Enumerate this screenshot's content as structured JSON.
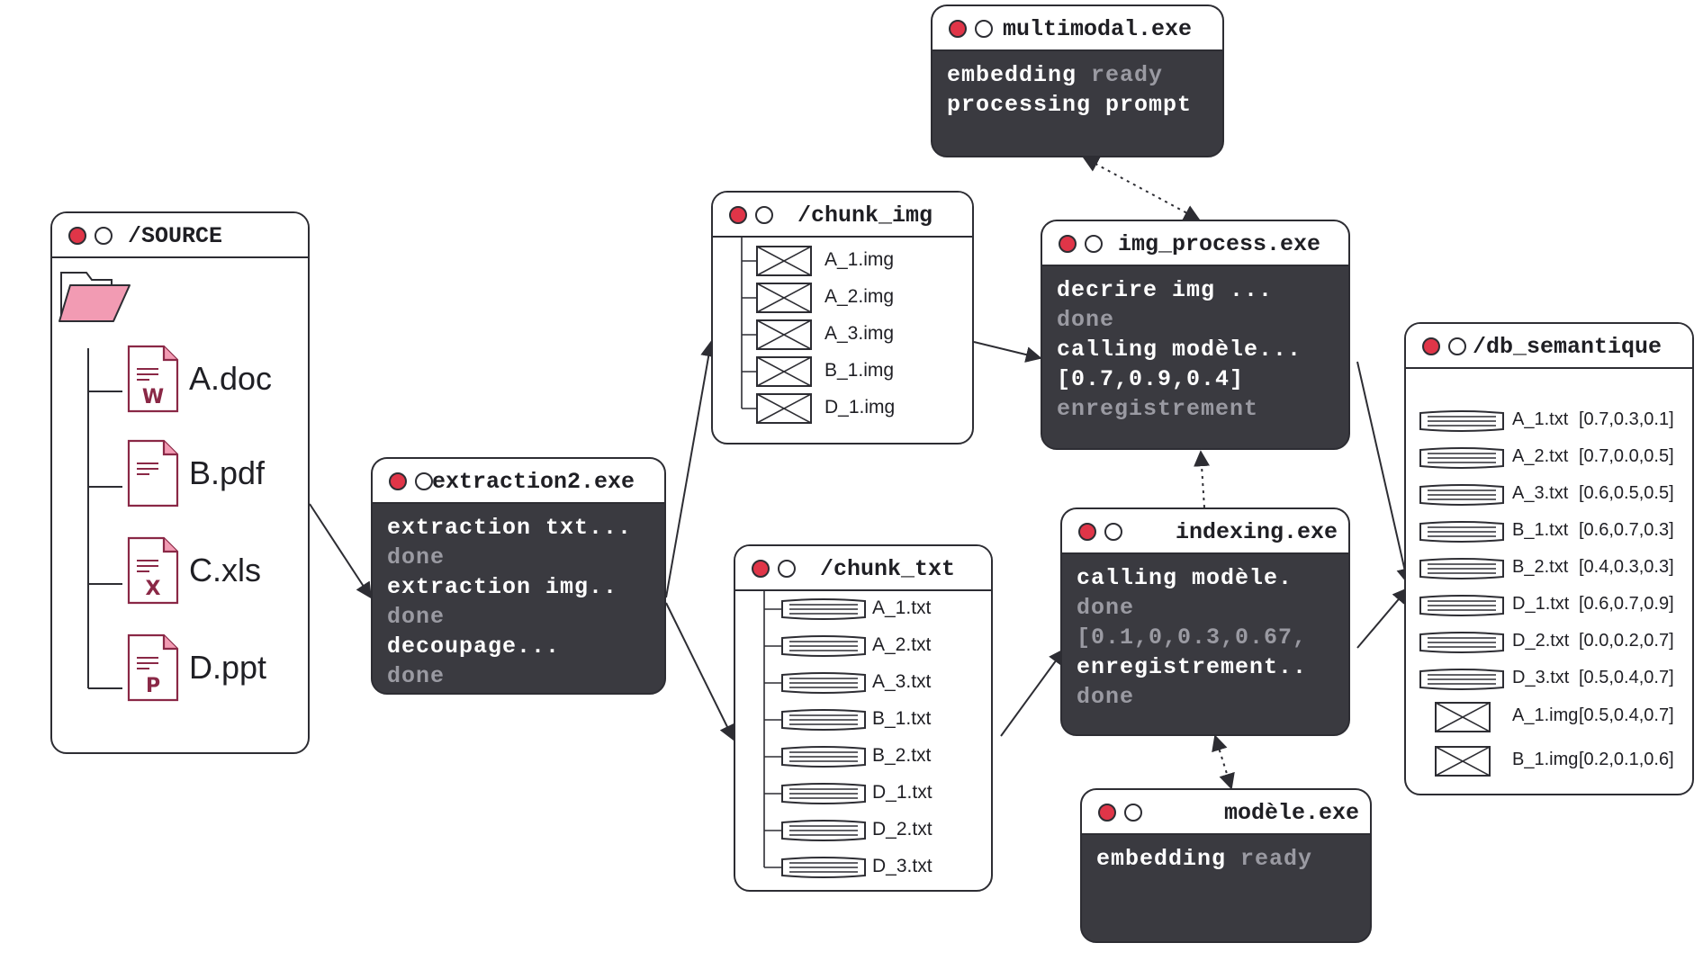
{
  "source": {
    "title": "/SOURCE",
    "files": [
      {
        "name": "A.doc",
        "letter": "W",
        "icon": "word-file-icon"
      },
      {
        "name": "B.pdf",
        "letter": "",
        "icon": "pdf-file-icon"
      },
      {
        "name": "C.xls",
        "letter": "X",
        "icon": "excel-file-icon"
      },
      {
        "name": "D.ppt",
        "letter": "P",
        "icon": "powerpoint-file-icon"
      }
    ],
    "folder_icon": "folder-open-icon"
  },
  "extraction": {
    "title": "extraction2.exe",
    "lines": [
      {
        "text": "extraction txt...",
        "dim": false
      },
      {
        "text": "done",
        "dim": true
      },
      {
        "text": "extraction img..",
        "dim": false
      },
      {
        "text": "done",
        "dim": true
      },
      {
        "text": "decoupage...",
        "dim": false
      },
      {
        "text": "done",
        "dim": true
      }
    ]
  },
  "chunk_img": {
    "title": "/chunk_img",
    "items": [
      "A_1.img",
      "A_2.img",
      "A_3.img",
      "B_1.img",
      "D_1.img"
    ]
  },
  "chunk_txt": {
    "title": "/chunk_txt",
    "items": [
      "A_1.txt",
      "A_2.txt",
      "A_3.txt",
      "B_1.txt",
      "B_2.txt",
      "D_1.txt",
      "D_2.txt",
      "D_3.txt"
    ]
  },
  "multimodal": {
    "title": "multimodal.exe",
    "lines": [
      {
        "parts": [
          {
            "text": "embedding ",
            "dim": false
          },
          {
            "text": "ready",
            "dim": true
          }
        ]
      },
      {
        "parts": [
          {
            "text": "processing prompt",
            "dim": false
          }
        ]
      }
    ]
  },
  "img_process": {
    "title": "img_process.exe",
    "lines": [
      {
        "text": "decrire img ...",
        "dim": false
      },
      {
        "text": "done",
        "dim": true
      },
      {
        "text": "calling modèle...",
        "dim": false
      },
      {
        "text": "[0.7,0.9,0.4]",
        "dim": false
      },
      {
        "text": "enregistrement",
        "dim": true
      }
    ]
  },
  "indexing": {
    "title": "indexing.exe",
    "lines": [
      {
        "text": "calling modèle.",
        "dim": false
      },
      {
        "text": "done",
        "dim": true
      },
      {
        "text": "[0.1,0,0.3,0.67,",
        "dim": true
      },
      {
        "text": "enregistrement..",
        "dim": false
      },
      {
        "text": "done",
        "dim": true
      }
    ]
  },
  "modele": {
    "title": "modèle.exe",
    "lines": [
      {
        "parts": [
          {
            "text": "embedding ",
            "dim": false
          },
          {
            "text": "ready",
            "dim": true
          }
        ]
      }
    ]
  },
  "db": {
    "title": "/db_semantique",
    "items": [
      {
        "kind": "txt",
        "name": "A_1.txt",
        "vec": "[0.7,0.3,0.1]"
      },
      {
        "kind": "txt",
        "name": "A_2.txt",
        "vec": "[0.7,0.0,0.5]"
      },
      {
        "kind": "txt",
        "name": "A_3.txt",
        "vec": "[0.6,0.5,0.5]"
      },
      {
        "kind": "txt",
        "name": "B_1.txt",
        "vec": "[0.6,0.7,0.3]"
      },
      {
        "kind": "txt",
        "name": "B_2.txt",
        "vec": "[0.4,0.3,0.3]"
      },
      {
        "kind": "txt",
        "name": "D_1.txt",
        "vec": "[0.6,0.7,0.9]"
      },
      {
        "kind": "txt",
        "name": "D_2.txt",
        "vec": "[0.0,0.2,0.7]"
      },
      {
        "kind": "txt",
        "name": "D_3.txt",
        "vec": "[0.5,0.4,0.7]"
      },
      {
        "kind": "img",
        "name": "A_1.img",
        "vec": "[0.5,0.4,0.7]"
      },
      {
        "kind": "img",
        "name": "B_1.img",
        "vec": "[0.2,0.1,0.6]"
      }
    ]
  },
  "colors": {
    "accent_red": "#e03548",
    "folder_pink": "#f29bb3",
    "file_stroke": "#8a2846",
    "terminal_bg": "#3a3a40",
    "dim_text": "#9a9aa2"
  }
}
